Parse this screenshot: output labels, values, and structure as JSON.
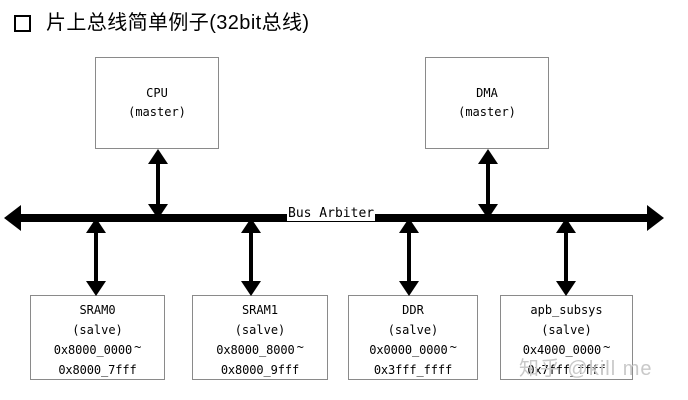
{
  "title": {
    "bullet_icon": "hollow-square-bullet",
    "text": "片上总线简单例子(32bit总线)"
  },
  "bus": {
    "label": "Bus Arbiter",
    "left_arrow_icon": "arrow-left-icon",
    "right_arrow_icon": "arrow-right-icon",
    "line_color": "#000000"
  },
  "masters": [
    {
      "name": "CPU",
      "role": "(master)",
      "connector_icon": "double-headed-vertical-arrow-icon"
    },
    {
      "name": "DMA",
      "role": "(master)",
      "connector_icon": "double-headed-vertical-arrow-icon"
    }
  ],
  "slaves": [
    {
      "name": "SRAM0",
      "role": "(salve)",
      "addr_start": "0x8000_0000",
      "addr_sep": "~",
      "addr_end": "0x8000_7fff",
      "connector_icon": "double-headed-vertical-arrow-icon"
    },
    {
      "name": "SRAM1",
      "role": "(salve)",
      "addr_start": "0x8000_8000",
      "addr_sep": "~",
      "addr_end": "0x8000_9fff",
      "connector_icon": "double-headed-vertical-arrow-icon"
    },
    {
      "name": "DDR",
      "role": "(salve)",
      "addr_start": "0x0000_0000",
      "addr_sep": "~",
      "addr_end": "0x3fff_ffff",
      "connector_icon": "double-headed-vertical-arrow-icon"
    },
    {
      "name": "apb_subsys",
      "role": "(salve)",
      "addr_start": "0x4000_0000",
      "addr_sep": "~",
      "addr_end": "0x7fff_ffff",
      "connector_icon": "double-headed-vertical-arrow-icon"
    }
  ],
  "watermark": {
    "text": "知乎 @kill me",
    "color": "#c9c9c9"
  }
}
